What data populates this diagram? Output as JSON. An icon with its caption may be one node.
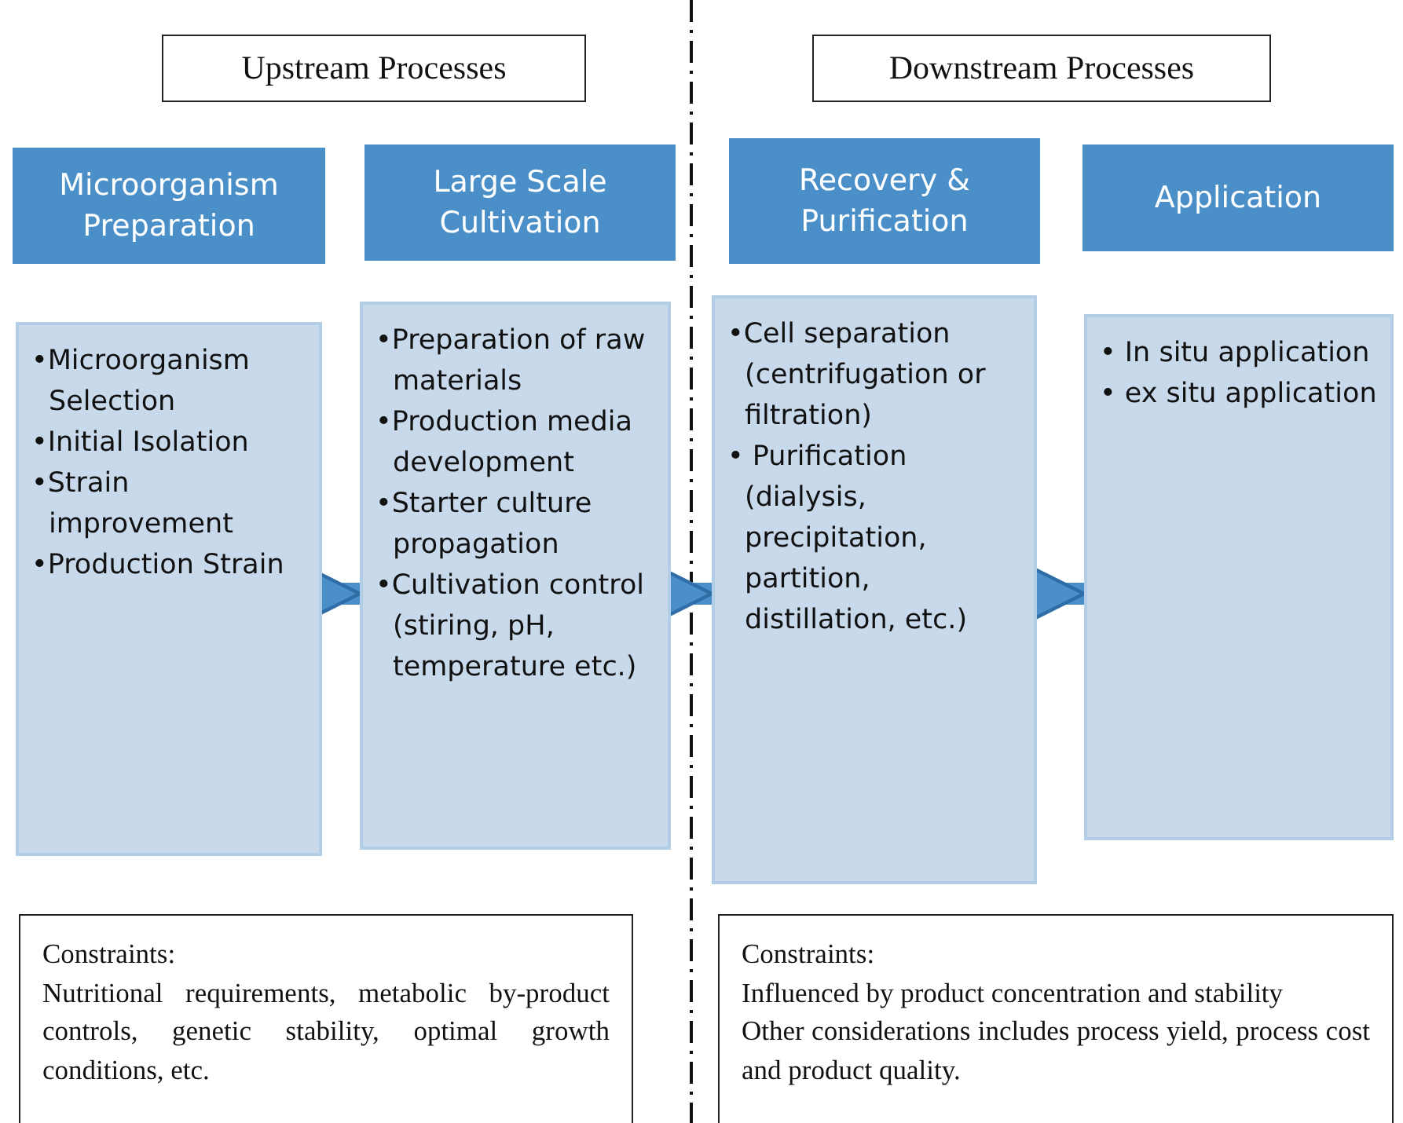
{
  "diagram": {
    "nodes": [
      {
        "text": [
          "Upstream Processes"
        ]
      },
      {
        "text": [
          "Downstream Processes"
        ]
      },
      {
        "text": [
          "Microorganism Preparation"
        ]
      },
      {
        "text": [
          "Large Scale Cultivation"
        ]
      },
      {
        "text": [
          "Recovery & Purification"
        ]
      },
      {
        "text": [
          "Application"
        ]
      },
      {
        "text": [
          "•Microorganism Selection",
          "•Initial Isolation",
          "•Strain improvement",
          "•Production Strain"
        ]
      },
      {
        "text": [
          "•Preparation of raw materials",
          "•Production media development",
          "•Starter culture propagation",
          "•Cultivation control (stiring, pH, temperature etc.)"
        ]
      },
      {
        "text": [
          "•Cell separation (centrifugation or filtration)",
          "• Purification (dialysis, precipitation, partition, distillation, etc.)"
        ]
      },
      {
        "text": [
          "• In situ application",
          "• ex situ application"
        ]
      },
      {
        "text": [
          "Constraints:",
          "Nutritional requirements, metabolic by-product controls, genetic stability, optimal growth conditions, etc."
        ]
      },
      {
        "text": [
          "Constraints:",
          "Influenced by product concentration and stability",
          "Other considerations includes process yield, process cost and product quality."
        ]
      }
    ],
    "edges": [
      {
        "from": 6,
        "to": 7,
        "arrow": "to"
      },
      {
        "from": 7,
        "to": 8,
        "arrow": "to"
      },
      {
        "from": 8,
        "to": 9,
        "arrow": "to"
      }
    ]
  }
}
